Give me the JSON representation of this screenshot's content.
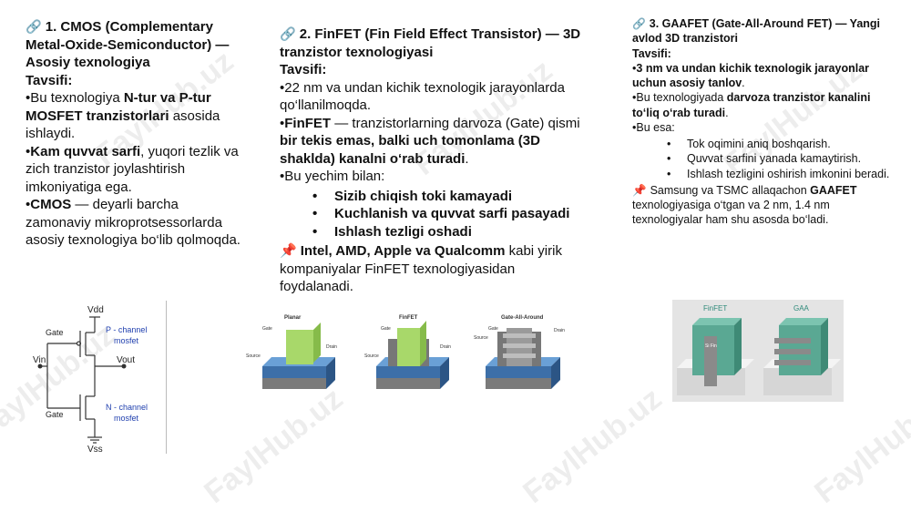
{
  "watermark": "FaylHub.uz",
  "col1": {
    "icon": "link-icon",
    "heading": "1. CMOS (Complementary Metal-Oxide-Semiconductor) — Asosiy texnologiya",
    "desc_label": "Tavsifi:",
    "b1_pre": "Bu texnologiya ",
    "b1_bold": "N-tur va P-tur MOSFET tranzistorlari",
    "b1_post": " asosida ishlaydi.",
    "b2_bold": "Kam quvvat sarfi",
    "b2_post": ", yuqori tezlik va zich tranzistor joylashtirish imkoniyatiga ega.",
    "b3_bold": "CMOS",
    "b3_post": " — deyarli barcha zamonaviy mikroprotsessorlarda asosiy texnologiya bo‘lib qolmoqda."
  },
  "col2": {
    "icon": "link-icon",
    "heading": "2. FinFET (Fin Field Effect Transistor) — 3D tranzistor texnologiyasi",
    "desc_label": "Tavsifi:",
    "b1": "22 nm va undan kichik texnologik jarayonlarda qo‘llanilmoqda.",
    "b2_bold1": "FinFET",
    "b2_mid": " — tranzistorlarning darvoza (Gate) qismi ",
    "b2_bold2": "bir tekis emas, balki uch tomonlama (3D shaklda) kanalni o‘rab turadi",
    "b2_post": ".",
    "b3": "Bu yechim bilan:",
    "sub": [
      "Sizib chiqish toki kamayadi",
      "Kuchlanish va quvvat sarfi pasayadi",
      "Ishlash tezligi oshadi"
    ],
    "pin_icon": "pin-icon",
    "note_bold": "Intel, AMD, Apple va Qualcomm",
    "note_post": " kabi yirik kompaniyalar FinFET texnologiyasidan foydalanadi."
  },
  "col3": {
    "icon": "link-icon",
    "heading": "3. GAAFET (Gate-All-Around FET) — Yangi avlod 3D tranzistori",
    "desc_label": "Tavsifi:",
    "b1_bold": "3 nm va undan kichik texnologik jarayonlar uchun asosiy tanlov",
    "b1_post": ".",
    "b2_pre": "Bu texnologiyada ",
    "b2_bold": "darvoza tranzistor kanalini to‘liq o‘rab turadi",
    "b2_post": ".",
    "b3": "Bu esa:",
    "sub": [
      "Tok oqimini aniq boshqarish.",
      "Quvvat sarfini yanada kamaytirish.",
      "Ishlash tezligini oshirish imkonini beradi."
    ],
    "pin_icon": "pin-icon",
    "note_pre": "Samsung va TSMC allaqachon ",
    "note_bold": "GAAFET",
    "note_post": " texnologiyasiga o‘tgan va 2 nm, 1.4 nm texnologiyalar ham shu asosda bo‘ladi."
  },
  "cmos_fig": {
    "vdd": "Vdd",
    "vss": "Vss",
    "vin": "Vin",
    "vout": "Vout",
    "gate_top": "Gate",
    "gate_bottom": "Gate",
    "p_label_1": "P - channel",
    "p_label_2": "mosfet",
    "n_label_1": "N - channel",
    "n_label_2": "mosfet"
  },
  "transistor_fig": {
    "planar_title": "Planar",
    "finfet_title": "FinFET",
    "gaa_title": "Gate-All-Around",
    "gate": "Gate",
    "drain": "Drain",
    "source": "Source"
  },
  "compare_fig": {
    "left": "FinFET",
    "right": "GAA",
    "inner": "Si Fin"
  }
}
